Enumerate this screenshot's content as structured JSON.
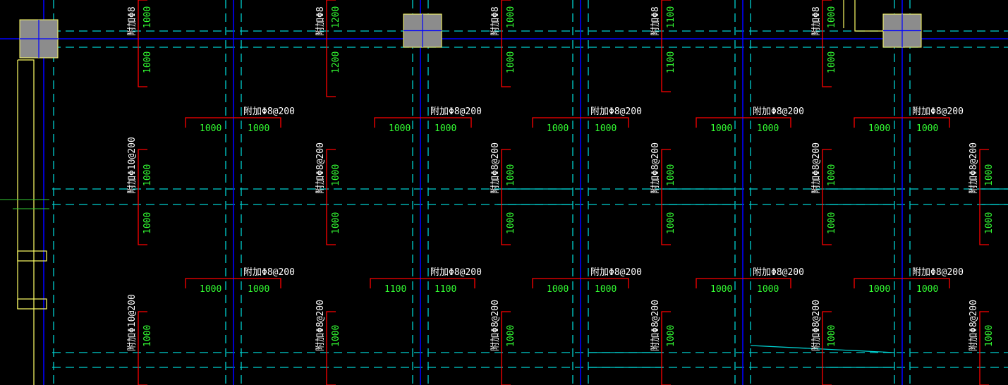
{
  "colors": {
    "background": "#000000",
    "grid_dashed": "#00d0d0",
    "beam_blue": "#0000ff",
    "rebar_red": "#ff0000",
    "label_white": "#ffffff",
    "dimension_green": "#33ff33",
    "wall_yellow": "#ffff66",
    "column_gray": "#8c8c8c"
  },
  "rebar": {
    "horizontal": [
      {
        "label": "附加Φ8@200",
        "left": "1000",
        "right": "1000"
      },
      {
        "label": "附加Φ8@200",
        "left": "1000",
        "right": "1000"
      },
      {
        "label": "附加Φ8@200",
        "left": "1000",
        "right": "1000"
      },
      {
        "label": "附加Φ8@200",
        "left": "1000",
        "right": "1000"
      },
      {
        "label": "附加Φ8@200",
        "left": "1000",
        "right": "1000"
      },
      {
        "label": "附加Φ8@200",
        "left": "1000",
        "right": "1000"
      },
      {
        "label": "附加Φ8@200",
        "left": "1100",
        "right": "1100"
      },
      {
        "label": "附加Φ8@200",
        "left": "1000",
        "right": "1000"
      },
      {
        "label": "附加Φ8@200",
        "left": "1000",
        "right": "1000"
      },
      {
        "label": "附加Φ8@200",
        "left": "1000",
        "right": "1000"
      }
    ],
    "vertical": [
      {
        "label": "附加Φ8",
        "top": "1000",
        "bottom": "1000"
      },
      {
        "label": "附加Φ8",
        "top": "1200",
        "bottom": "1200"
      },
      {
        "label": "附加Φ8",
        "top": "1000",
        "bottom": "1000"
      },
      {
        "label": "附加Φ8",
        "top": "1100",
        "bottom": "1100"
      },
      {
        "label": "附加Φ8",
        "top": "1000",
        "bottom": "1000"
      },
      {
        "label": "附加Φ10@200",
        "top": "1000",
        "bottom": "1000"
      },
      {
        "label": "附加Φ8@200",
        "top": "1000",
        "bottom": "1000"
      },
      {
        "label": "附加Φ8@200",
        "top": "1000",
        "bottom": "1000"
      },
      {
        "label": "附加Φ8@200",
        "top": "1000",
        "bottom": "1000"
      },
      {
        "label": "附加Φ8@200",
        "top": "1000",
        "bottom": "1000"
      },
      {
        "label": "附加Φ8@200",
        "top": "1000",
        "bottom": "1000"
      },
      {
        "label": "附加Φ10@200",
        "top": "1000",
        "bottom": ""
      },
      {
        "label": "附加Φ8@200",
        "top": "1000",
        "bottom": ""
      },
      {
        "label": "附加Φ8@200",
        "top": "1000",
        "bottom": ""
      },
      {
        "label": "附加Φ8@200",
        "top": "1000",
        "bottom": ""
      },
      {
        "label": "附加Φ8@200",
        "top": "1000",
        "bottom": ""
      },
      {
        "label": "附加Φ8@200",
        "top": "1000",
        "bottom": ""
      }
    ]
  }
}
